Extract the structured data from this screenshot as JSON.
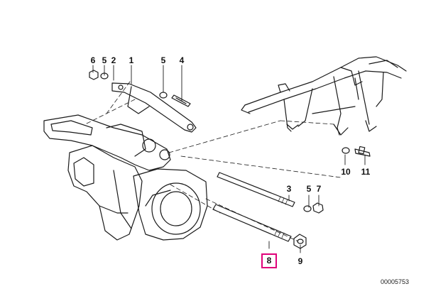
{
  "diagram": {
    "document_number": "00005753",
    "highlight_color": "#e0007a",
    "callouts": [
      {
        "id": "c6a",
        "label": "6"
      },
      {
        "id": "c5a",
        "label": "5"
      },
      {
        "id": "c2",
        "label": "2"
      },
      {
        "id": "c1",
        "label": "1"
      },
      {
        "id": "c5b",
        "label": "5"
      },
      {
        "id": "c4",
        "label": "4"
      },
      {
        "id": "c3",
        "label": "3"
      },
      {
        "id": "c5c",
        "label": "5"
      },
      {
        "id": "c7",
        "label": "7"
      },
      {
        "id": "c8",
        "label": "8",
        "highlighted": true
      },
      {
        "id": "c9",
        "label": "9"
      },
      {
        "id": "c10",
        "label": "10"
      },
      {
        "id": "c11",
        "label": "11"
      }
    ]
  }
}
